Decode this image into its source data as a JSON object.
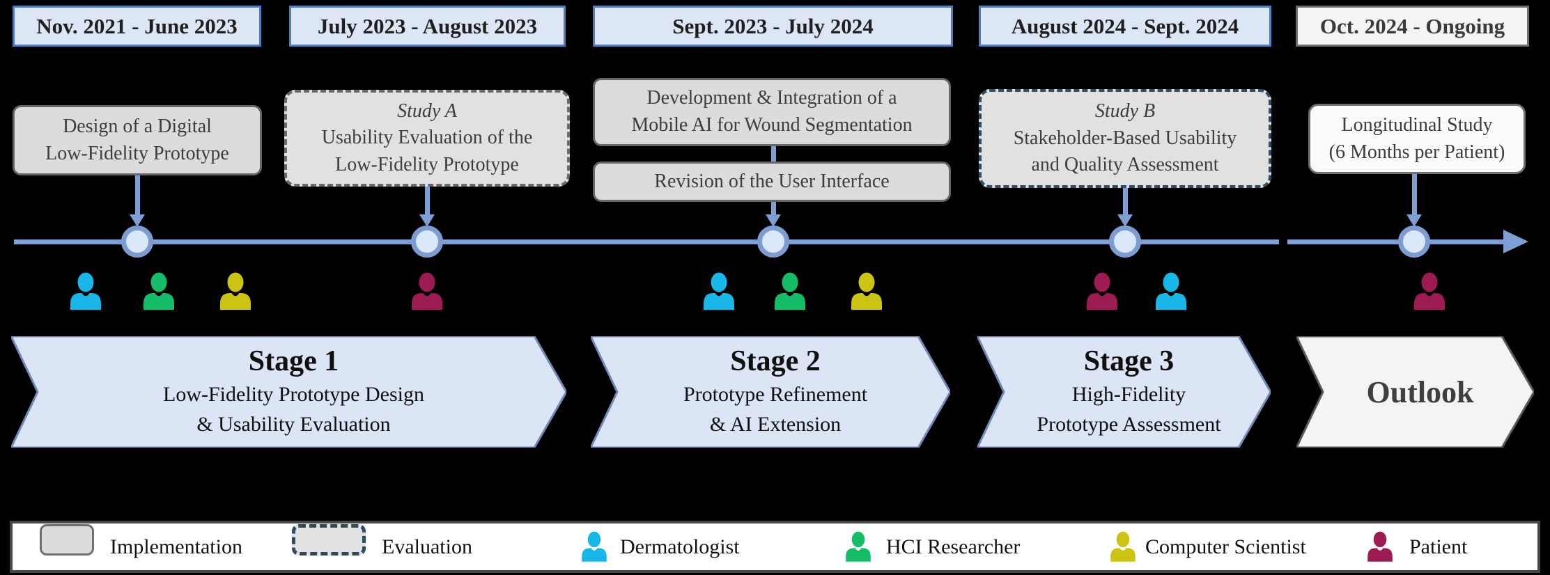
{
  "colors": {
    "timeline_blue": "#7e9fd4",
    "milestone_ring": "#7d9dd2",
    "milestone_fill": "#dbe8fa",
    "period_fill": "#dce6f5",
    "period_border": "#4f7dbd",
    "stage_fill": "#dbe5f6",
    "stage_border": "#7089b8",
    "implementation_fill": "#dcdcdc",
    "implementation_border": "#666666",
    "evaluation_dash_gray": "#6a6a6a",
    "evaluation_dash_blue": "#2f4e63",
    "outlook_fill": "#f4f4f4",
    "outlook_border": "#5a5a5a",
    "dermatologist": "#18b6e9",
    "hci_researcher": "#16bd68",
    "computer_scientist": "#cdc313",
    "patient": "#9b1b52"
  },
  "periods": [
    {
      "label": "Nov. 2021 - June 2023"
    },
    {
      "label": "July 2023 - August 2023"
    },
    {
      "label": "Sept. 2023 - July 2024"
    },
    {
      "label": "August 2024 - Sept. 2024"
    },
    {
      "label": "Oct. 2024 - Ongoing"
    }
  ],
  "activities": {
    "design": {
      "lines": [
        "Design of a Digital",
        "Low-Fidelity Prototype"
      ]
    },
    "study_a": {
      "title": "Study A",
      "lines": [
        "Usability Evaluation of the",
        "Low-Fidelity Prototype"
      ]
    },
    "development": {
      "lines": [
        "Development & Integration of a",
        "Mobile AI for Wound Segmentation"
      ]
    },
    "revision": {
      "lines": [
        "Revision of the User Interface"
      ]
    },
    "study_b": {
      "title": "Study B",
      "lines": [
        "Stakeholder-Based Usability",
        "and Quality Assessment"
      ]
    },
    "longitudinal": {
      "lines": [
        "Longitudinal Study",
        "(6 Months per Patient)"
      ]
    }
  },
  "stages": [
    {
      "title": "Stage 1",
      "lines": [
        "Low-Fidelity Prototype Design",
        "& Usability Evaluation"
      ]
    },
    {
      "title": "Stage 2",
      "lines": [
        "Prototype Refinement",
        "& AI Extension"
      ]
    },
    {
      "title": "Stage 3",
      "lines": [
        "High-Fidelity",
        "Prototype Assessment"
      ]
    },
    {
      "title": "Outlook"
    }
  ],
  "legend": {
    "implementation": "Implementation",
    "evaluation": "Evaluation",
    "dermatologist": "Dermatologist",
    "hci_researcher": "HCI Researcher",
    "computer_scientist": "Computer Scientist",
    "patient": "Patient"
  }
}
